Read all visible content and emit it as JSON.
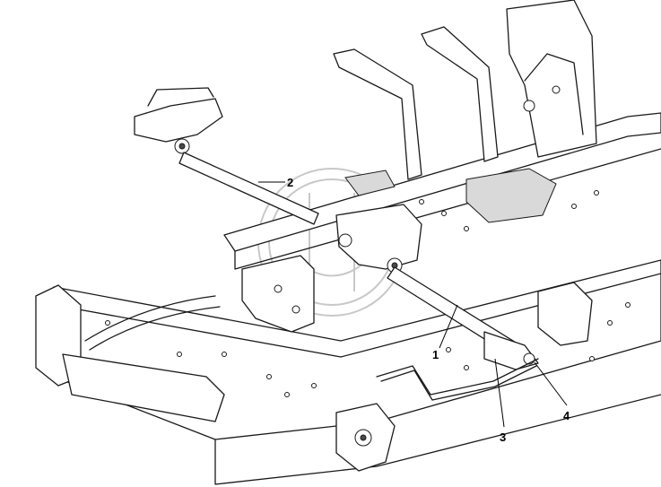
{
  "callouts": [
    {
      "id": "1",
      "label": "1"
    },
    {
      "id": "2",
      "label": "2"
    },
    {
      "id": "3",
      "label": "3"
    },
    {
      "id": "4",
      "label": "4"
    }
  ],
  "colors": {
    "line": "#1a1a1a",
    "background": "#ffffff",
    "watermark": "#c8c8c8"
  }
}
